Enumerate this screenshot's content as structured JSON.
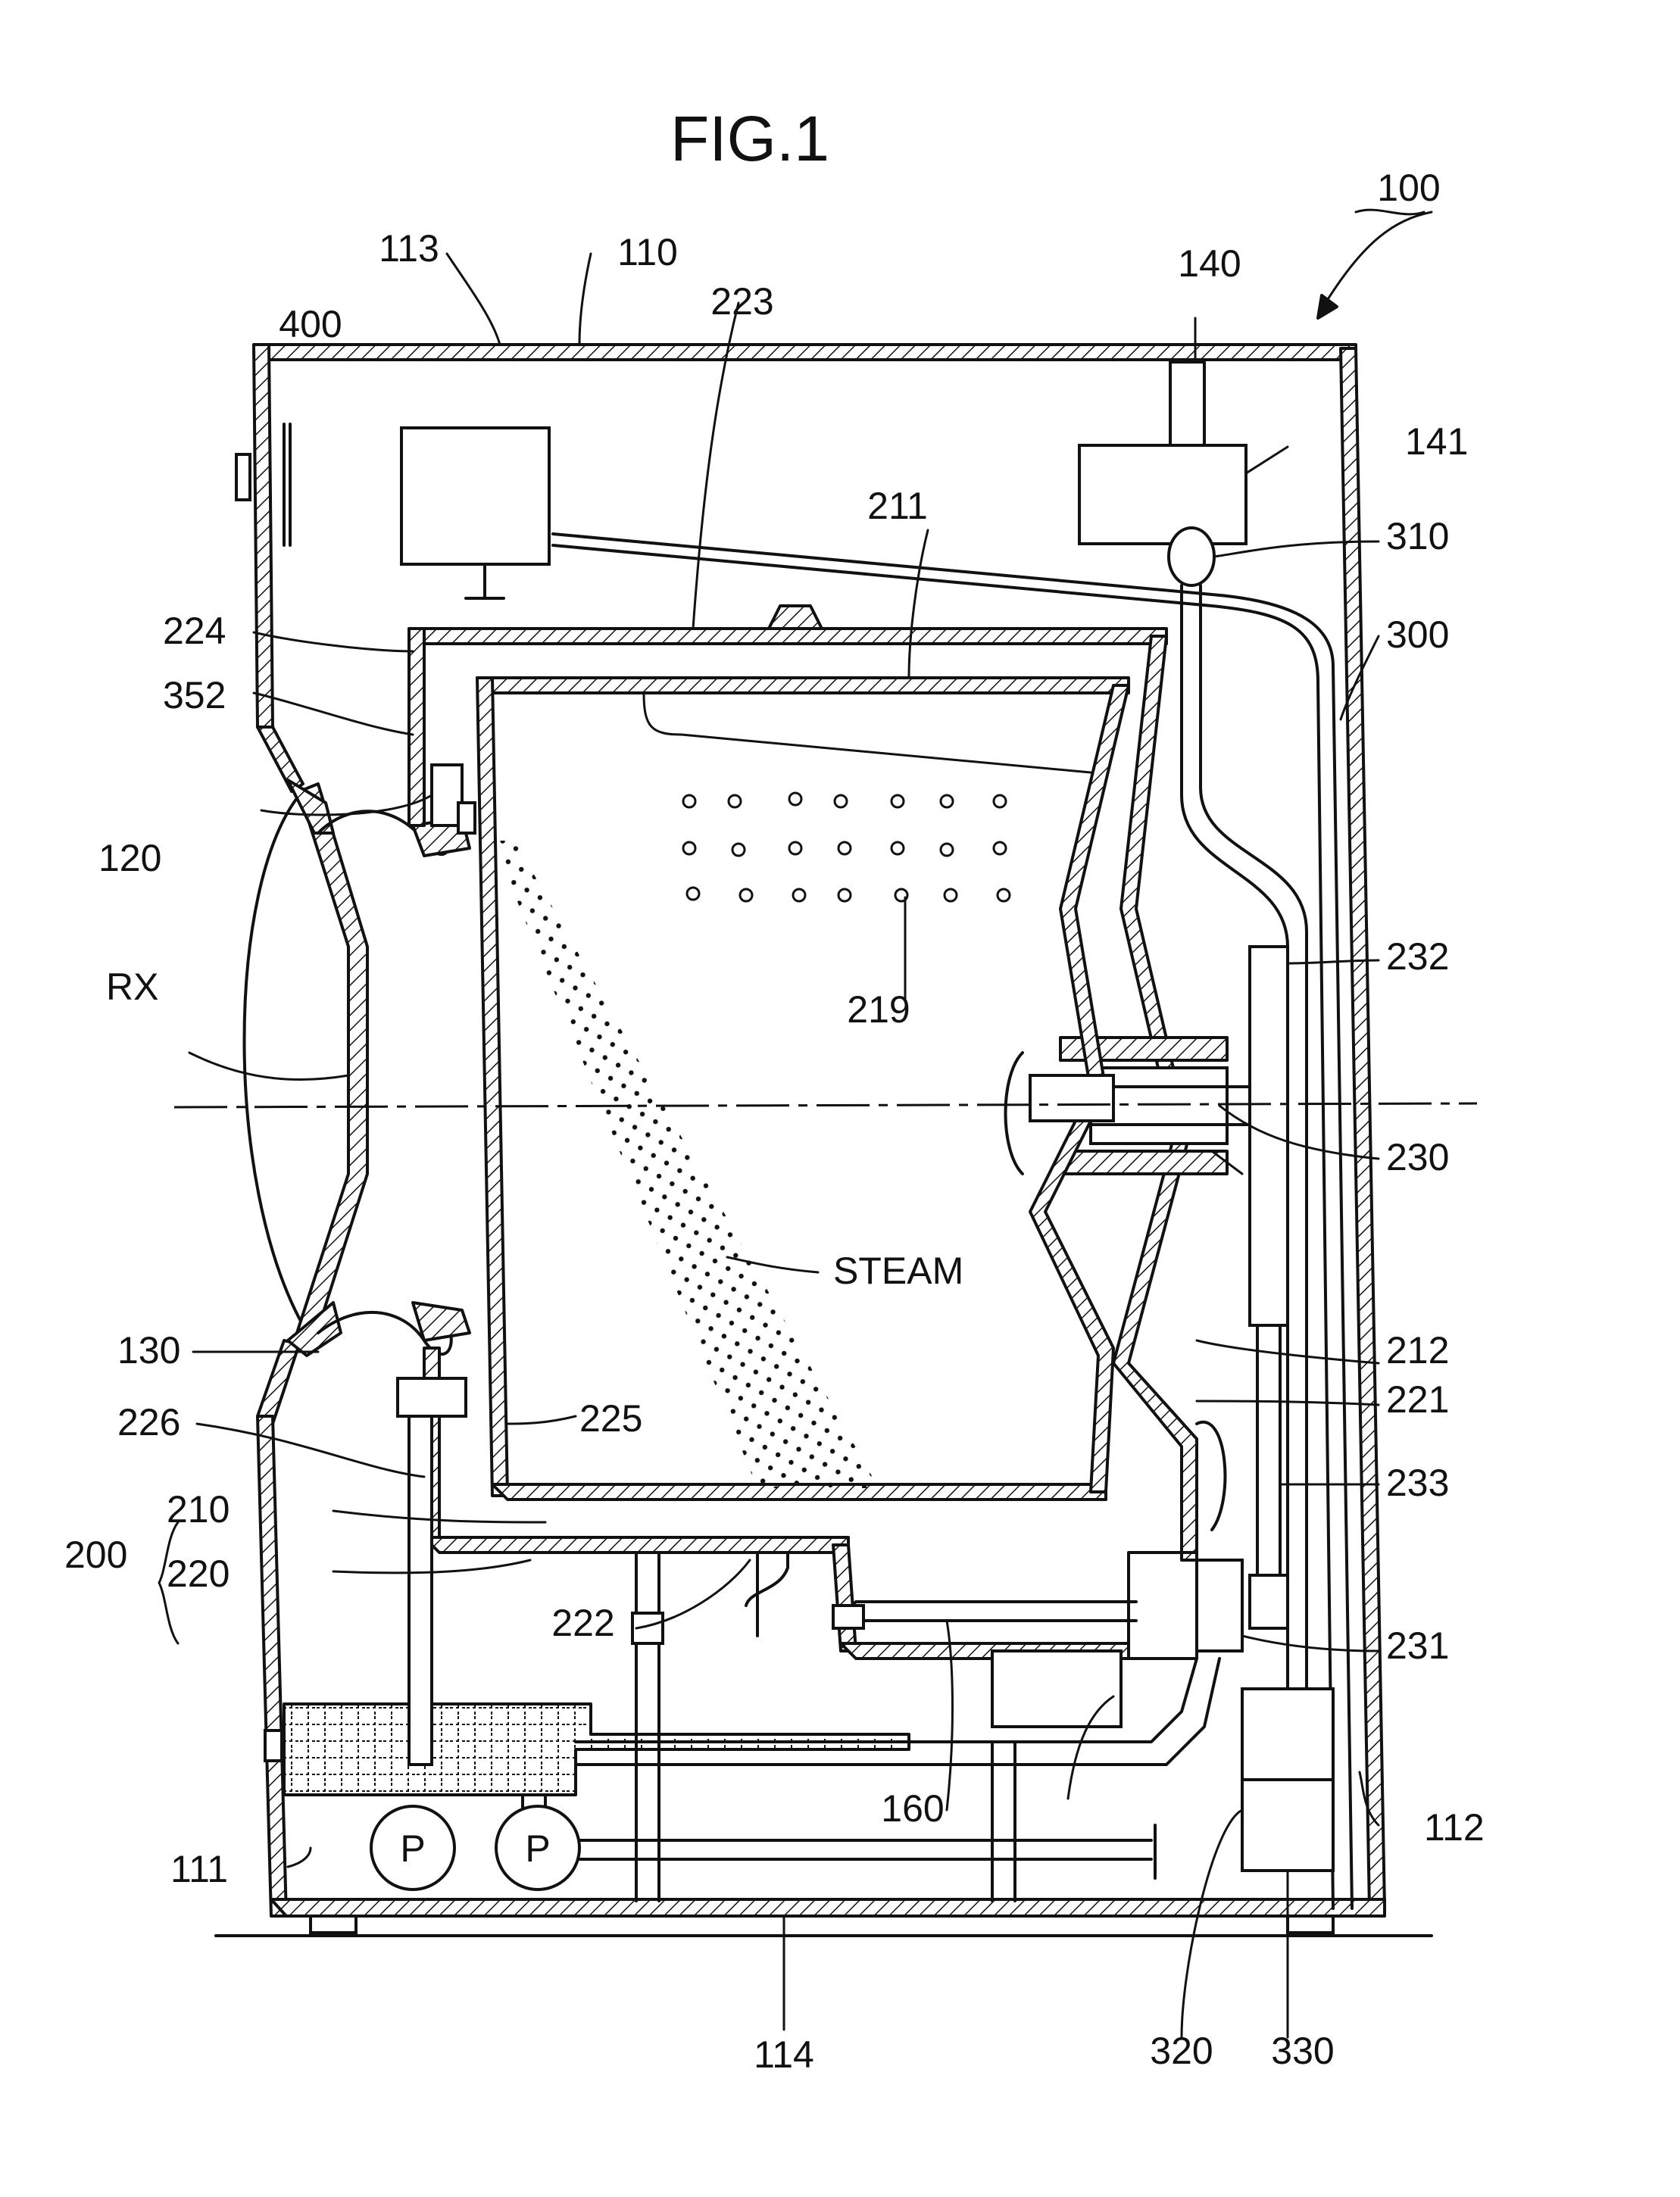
{
  "figure_title": "FIG.1",
  "labels": {
    "l100": "100",
    "l110": "110",
    "l111": "111",
    "l112": "112",
    "l113": "113",
    "l114": "114",
    "l120": "120",
    "l130": "130",
    "l140": "140",
    "l141": "141",
    "l160": "160",
    "l200": "200",
    "l210": "210",
    "l211": "211",
    "l212": "212",
    "l219": "219",
    "l220": "220",
    "l221": "221",
    "l222": "222",
    "l223": "223",
    "l224": "224",
    "l225": "225",
    "l226": "226",
    "l230": "230",
    "l231": "231",
    "l232": "232",
    "l233": "233",
    "l300": "300",
    "l310": "310",
    "l320": "320",
    "l330": "330",
    "l352": "352",
    "l400": "400",
    "rx": "RX",
    "steam": "STEAM",
    "pump1": "P",
    "pump2": "P"
  }
}
